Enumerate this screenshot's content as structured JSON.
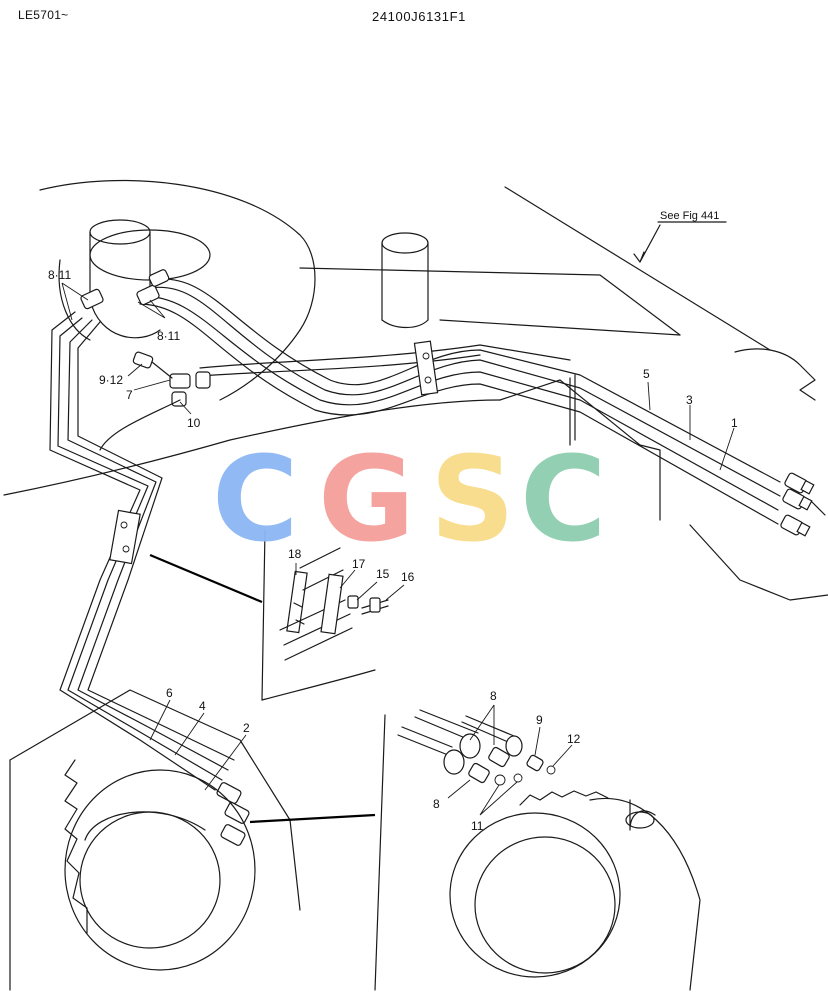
{
  "header": {
    "serial_range": "LE5701~",
    "figure_code": "24100J6131F1"
  },
  "reference": {
    "see_fig": "See Fig 441"
  },
  "watermark": {
    "letters": [
      "C",
      "G",
      "S",
      "C"
    ],
    "colors": [
      "#8db8f4",
      "#f4a09c",
      "#f8dc8a",
      "#8fcfb0"
    ]
  },
  "callouts": {
    "c8_11_left": "8·11",
    "c8_11_right": "8·11",
    "c9_12": "9·12",
    "c7": "7",
    "c10": "10",
    "c5": "5",
    "c3": "3",
    "c1": "1",
    "c18": "18",
    "c17": "17",
    "c15": "15",
    "c16": "16",
    "c6": "6",
    "c4": "4",
    "c2": "2",
    "c8_top": "8",
    "c9": "9",
    "c12": "12",
    "c8_bottom": "8",
    "c11": "11"
  }
}
